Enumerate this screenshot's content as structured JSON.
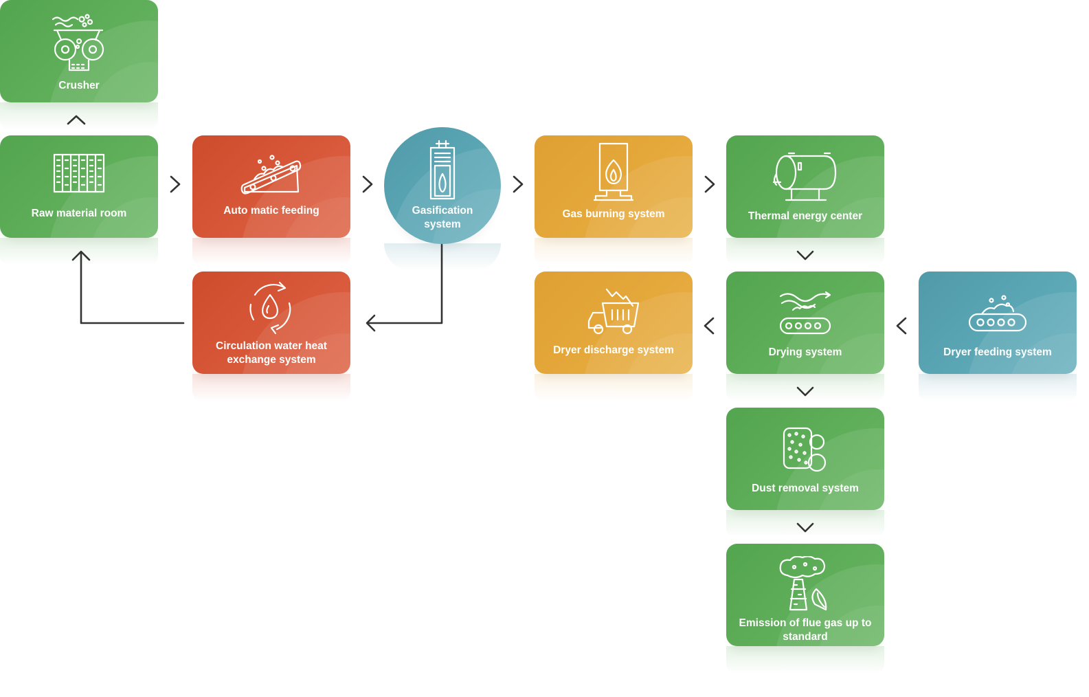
{
  "colors": {
    "green": "#5cab57",
    "red": "#d4553a",
    "yellow": "#e3a63a",
    "teal": "#5aa3b3",
    "connector": "#333333"
  },
  "nodes": {
    "crusher": {
      "label": "Crusher",
      "icon": "crusher-icon"
    },
    "raw_material_room": {
      "label": "Raw material room",
      "icon": "warehouse-icon"
    },
    "auto_feeding": {
      "label": "Auto matic feeding",
      "icon": "conveyor-incline-icon"
    },
    "gasification": {
      "label": "Gasification system",
      "icon": "gasifier-icon"
    },
    "gas_burning": {
      "label": "Gas burning system",
      "icon": "burner-flame-icon"
    },
    "thermal_energy": {
      "label": "Thermal energy center",
      "icon": "boiler-tank-icon"
    },
    "circulation_water": {
      "label": "Circulation water heat exchange system",
      "icon": "water-cycle-icon"
    },
    "dryer_discharge": {
      "label": "Dryer discharge system",
      "icon": "dump-truck-icon"
    },
    "drying": {
      "label": "Drying system",
      "icon": "dryer-conveyor-icon"
    },
    "dryer_feeding": {
      "label": "Dryer feeding system",
      "icon": "feeding-conveyor-icon"
    },
    "dust_removal": {
      "label": "Dust removal system",
      "icon": "dust-filter-icon"
    },
    "emission": {
      "label": "Emission of flue gas up to standard",
      "icon": "chimney-smoke-icon"
    }
  },
  "edges": [
    {
      "from": "raw_material_room",
      "to": "crusher"
    },
    {
      "from": "raw_material_room",
      "to": "auto_feeding"
    },
    {
      "from": "auto_feeding",
      "to": "gasification"
    },
    {
      "from": "gasification",
      "to": "gas_burning"
    },
    {
      "from": "gas_burning",
      "to": "thermal_energy"
    },
    {
      "from": "thermal_energy",
      "to": "drying"
    },
    {
      "from": "dryer_feeding",
      "to": "drying"
    },
    {
      "from": "drying",
      "to": "dryer_discharge"
    },
    {
      "from": "drying",
      "to": "dust_removal"
    },
    {
      "from": "dust_removal",
      "to": "emission"
    },
    {
      "from": "gasification",
      "to": "circulation_water"
    },
    {
      "from": "circulation_water",
      "to": "raw_material_room"
    }
  ]
}
